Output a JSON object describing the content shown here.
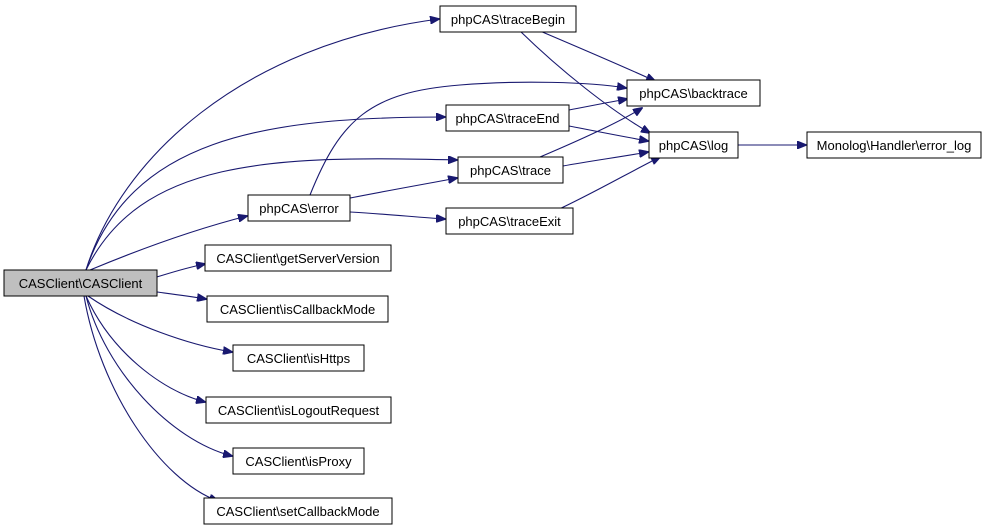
{
  "graph": {
    "nodes": {
      "casclient": "CASClient\\CASClient",
      "traceBegin": "phpCAS\\traceBegin",
      "backtrace": "phpCAS\\backtrace",
      "traceEnd": "phpCAS\\traceEnd",
      "log": "phpCAS\\log",
      "errorLog": "Monolog\\Handler\\error_log",
      "trace": "phpCAS\\trace",
      "error": "phpCAS\\error",
      "traceExit": "phpCAS\\traceExit",
      "getServerVersion": "CASClient\\getServerVersion",
      "isCallbackMode": "CASClient\\isCallbackMode",
      "isHttps": "CASClient\\isHttps",
      "isLogoutRequest": "CASClient\\isLogoutRequest",
      "isProxy": "CASClient\\isProxy",
      "setCallbackMode": "CASClient\\setCallbackMode"
    },
    "edge_color": "#191970",
    "root_fill": "#bfbfbf"
  }
}
